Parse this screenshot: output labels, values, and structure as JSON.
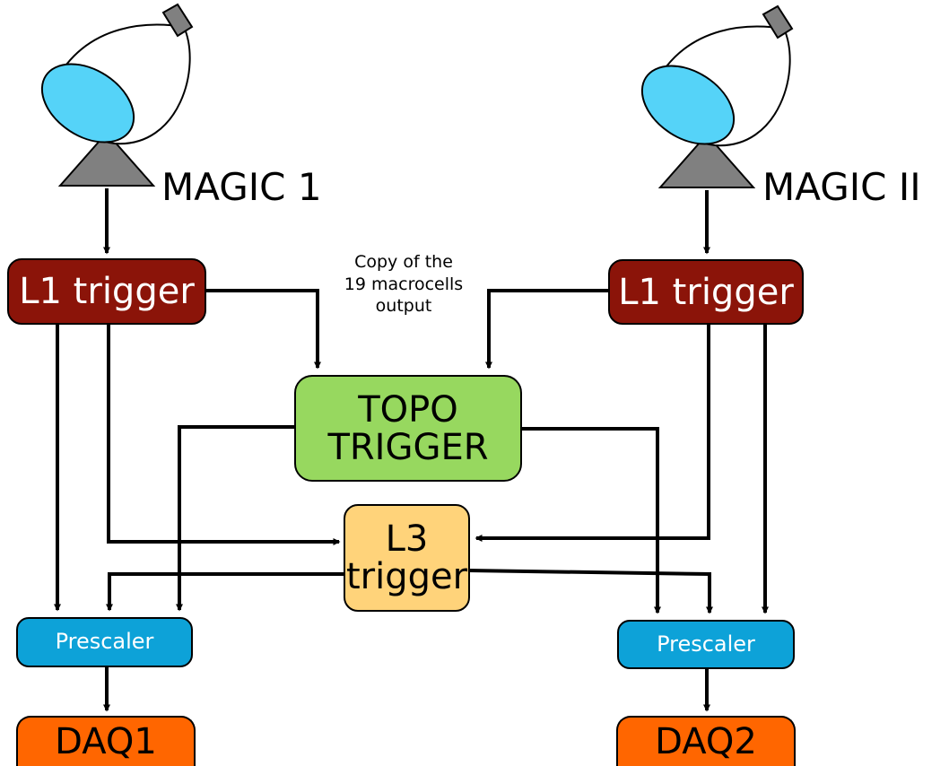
{
  "telescopes": [
    {
      "name": "MAGIC 1",
      "l1_label": "L1 trigger",
      "prescaler_label": "Prescaler",
      "daq_label": "DAQ1"
    },
    {
      "name": "MAGIC II",
      "l1_label": "L1 trigger",
      "prescaler_label": "Prescaler",
      "daq_label": "DAQ2"
    }
  ],
  "topo": {
    "line1": "TOPO",
    "line2": "TRIGGER"
  },
  "l3": {
    "line1": "L3",
    "line2": "trigger"
  },
  "note": {
    "line1": "Copy of the",
    "line2": "19 macrocells",
    "line3": "output"
  },
  "colors": {
    "l1_trigger": "#8B1409",
    "topo_trigger": "#97D85F",
    "l3_trigger": "#FFD37A",
    "prescaler": "#0DA2D8",
    "daq": "#FF6600",
    "dish": "#55D3F8",
    "mount": "#808080"
  }
}
